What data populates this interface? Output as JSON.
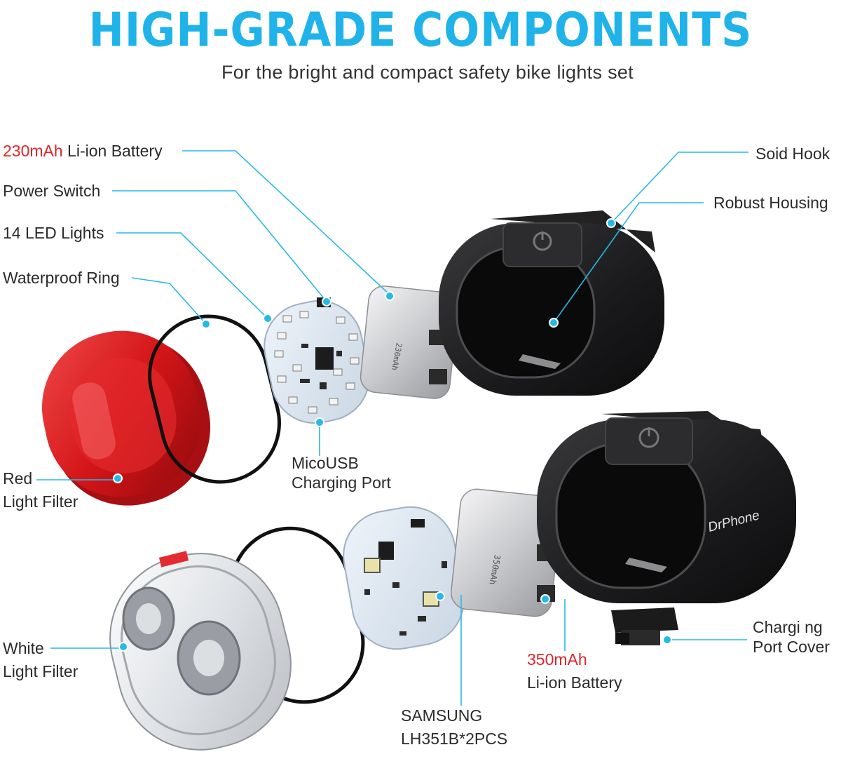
{
  "header": {
    "title": "HIGH-GRADE COMPONENTS",
    "subtitle": "For the bright and compact safety bike lights set"
  },
  "labels": {
    "battery_230_value": "230mAh",
    "battery_230_text": " Li-ion Battery",
    "power_switch": "Power Switch",
    "led_lights": "14 LED Lights",
    "waterproof_ring": "Waterproof Ring",
    "red_filter_line1": "Red",
    "red_filter_line2": "Light Filter",
    "micro_usb_line1": "MicoUSB",
    "micro_usb_line2": "Charging Port",
    "solid_hook": "Soid Hook",
    "robust_housing": "Robust Housing",
    "white_filter_line1": "White",
    "white_filter_line2": "Light Filter",
    "samsung_line1": "SAMSUNG",
    "samsung_line2": "LH351B*2PCS",
    "battery_350_value": "350mAh",
    "battery_350_text": "Li-ion Battery",
    "port_cover_line1": "Chargi ng",
    "port_cover_line2": "Port Cover"
  },
  "parts": {
    "battery_230_print": "230mAh",
    "battery_350_print": "350mAh",
    "watermark": "DrPhone"
  },
  "colors": {
    "title": "#1fb3ea",
    "leader": "#27b9e6",
    "highlight": "#e0242a",
    "red_filter": "#d8181c",
    "housing": "#1d1d1f"
  }
}
